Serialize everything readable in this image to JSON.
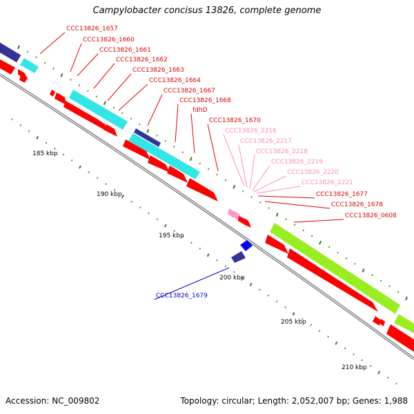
{
  "title": "Campylobacter concisus 13826, complete genome",
  "footer": {
    "accession": "Accession: NC_009802",
    "summary": "Topology: circular; Length: 2,052,007 bp; Genes: 1,988"
  },
  "colors": {
    "backbone": "#808080",
    "cds": "#ff0000",
    "rna": "#ff99cc",
    "minus_strand_gene": "#0000cc",
    "segment_cyan": "#33e6e6",
    "segment_navy": "#333399",
    "segment_lime": "#99ee22",
    "tick": "#2f7a1e"
  },
  "ticks": [
    "185 kbp",
    "190 kbp",
    "195 kbp",
    "200 kbp",
    "205 kbp",
    "210 kbp"
  ],
  "gene_labels": [
    {
      "text": "CCC13826_1657",
      "color": "#dd0000"
    },
    {
      "text": "CCC13826_1660",
      "color": "#dd0000"
    },
    {
      "text": "CCC13826_1661",
      "color": "#dd0000"
    },
    {
      "text": "CCC13826_1662",
      "color": "#dd0000"
    },
    {
      "text": "CCC13826_1663",
      "color": "#dd0000"
    },
    {
      "text": "CCC13826_1664",
      "color": "#dd0000"
    },
    {
      "text": "CCC13826_1667",
      "color": "#dd0000"
    },
    {
      "text": "CCC13826_1668",
      "color": "#dd0000"
    },
    {
      "text": "fdhD",
      "color": "#dd0000"
    },
    {
      "text": "CCC13826_1670",
      "color": "#dd0000"
    },
    {
      "text": "CCC13826_2216",
      "color": "#ff88bb"
    },
    {
      "text": "CCC13826_2217",
      "color": "#ff88bb"
    },
    {
      "text": "CCC13826_2218",
      "color": "#ff88bb"
    },
    {
      "text": "CCC13826_2219",
      "color": "#ff88bb"
    },
    {
      "text": "CCC13826_2220",
      "color": "#ff88bb"
    },
    {
      "text": "CCC13826_2221",
      "color": "#ff88bb"
    },
    {
      "text": "CCC13826_1677",
      "color": "#dd0000"
    },
    {
      "text": "CCC13826_1678",
      "color": "#dd0000"
    },
    {
      "text": "CCC13826_0608",
      "color": "#dd0000"
    },
    {
      "text": "CCC13826_1679",
      "color": "#0000cc"
    }
  ]
}
